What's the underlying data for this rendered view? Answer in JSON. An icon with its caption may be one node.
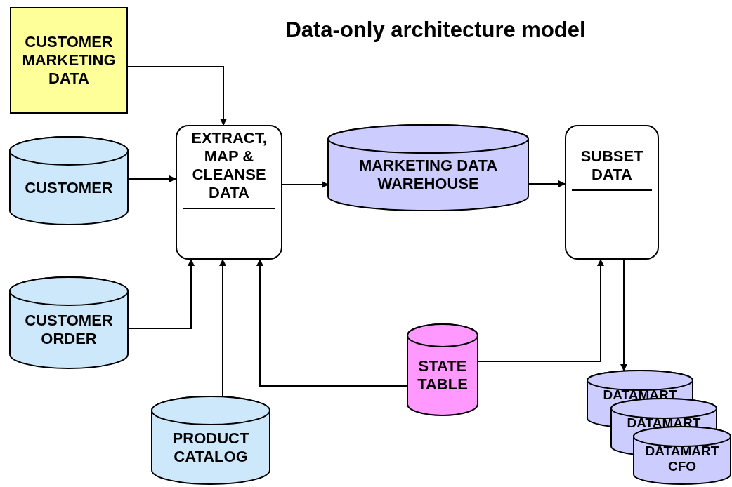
{
  "diagram": {
    "title": "Data-only architecture model",
    "nodes": [
      {
        "text": [
          "CUSTOMER MARKETING DATA"
        ]
      },
      {
        "text": [
          "CUSTOMER"
        ]
      },
      {
        "text": [
          "CUSTOMER ORDER"
        ]
      },
      {
        "text": [
          "EXTRACT, MAP & CLEANSE DATA"
        ]
      },
      {
        "text": [
          "MARKETING DATA WAREHOUSE"
        ]
      },
      {
        "text": [
          "SUBSET DATA"
        ]
      },
      {
        "text": [
          "PRODUCT CATALOG"
        ]
      },
      {
        "text": [
          "STATE TABLE"
        ]
      },
      {
        "text": [
          "DATAMART"
        ]
      },
      {
        "text": [
          "DATAMART"
        ]
      },
      {
        "text": [
          "DATAMART CFO"
        ]
      }
    ],
    "edges": [
      {
        "from": 0,
        "to": 3,
        "arrow": "to"
      },
      {
        "from": 1,
        "to": 3,
        "arrow": "to"
      },
      {
        "from": 2,
        "to": 3,
        "arrow": "to"
      },
      {
        "from": 6,
        "to": 3,
        "arrow": "to"
      },
      {
        "from": 7,
        "to": 3,
        "arrow": "to"
      },
      {
        "from": 3,
        "to": 4,
        "arrow": "to"
      },
      {
        "from": 4,
        "to": 5,
        "arrow": "to"
      },
      {
        "from": 7,
        "to": 5,
        "arrow": "to"
      },
      {
        "from": 5,
        "to": 8,
        "arrow": "to"
      }
    ]
  }
}
